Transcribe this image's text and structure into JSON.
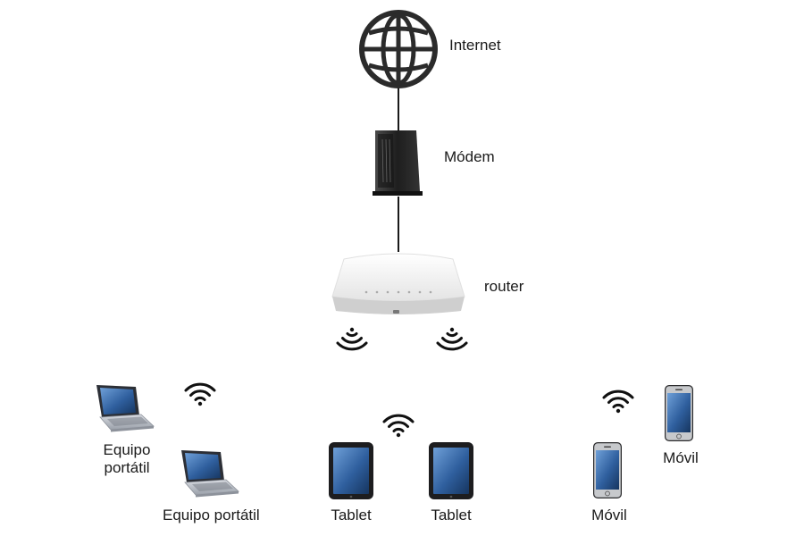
{
  "nodes": {
    "internet": {
      "label": "Internet",
      "icon": "globe-icon"
    },
    "modem": {
      "label": "Módem",
      "icon": "modem-icon"
    },
    "router": {
      "label": "router",
      "icon": "router-icon"
    }
  },
  "devices": {
    "laptop_1": {
      "label": "Equipo\nportátil",
      "icon": "laptop-icon"
    },
    "laptop_2": {
      "label": "Equipo portátil",
      "icon": "laptop-icon"
    },
    "tablet_1": {
      "label": "Tablet",
      "icon": "tablet-icon"
    },
    "tablet_2": {
      "label": "Tablet",
      "icon": "tablet-icon"
    },
    "phone_1": {
      "label": "Móvil",
      "icon": "phone-icon"
    },
    "phone_2": {
      "label": "Móvil",
      "icon": "phone-icon"
    }
  },
  "colors": {
    "globe": "#2b2b2b",
    "line": "#1a1a1a",
    "modem": "#2a2a2a",
    "router_body": "#f2f2f2",
    "router_base": "#c9c9c9",
    "screen_blue": "#3d6fb0",
    "device_frame": "#222222",
    "laptop_body": "#b8bcc4",
    "wifi": "#111111"
  }
}
